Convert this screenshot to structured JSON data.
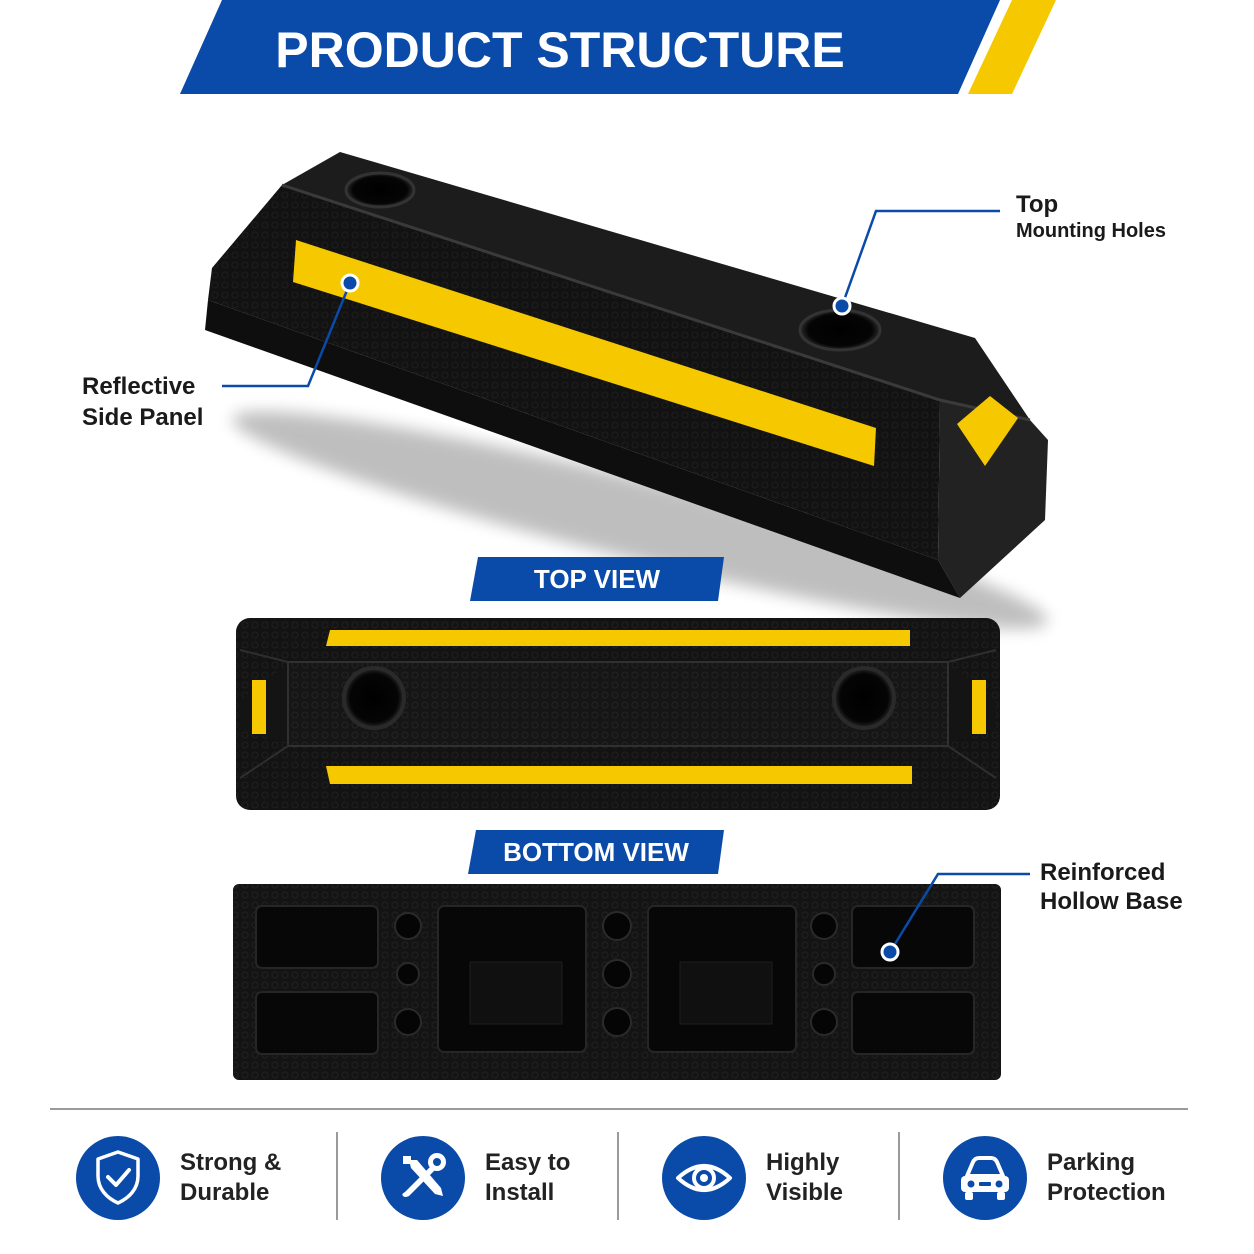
{
  "title": "PRODUCT STRUCTURE",
  "colors": {
    "brand_blue": "#0a4aa8",
    "accent_yellow": "#f5c800",
    "rubber_black": "#151515"
  },
  "callouts": {
    "top_holes": {
      "line1": "Top",
      "line2": "Mounting Holes"
    },
    "reflective": {
      "line1": "Reflective",
      "line2": "Side Panel"
    },
    "hollow_base": {
      "line1": "Reinforced",
      "line2": "Hollow Base"
    }
  },
  "views": {
    "top": "TOP VIEW",
    "bottom": "BOTTOM VIEW"
  },
  "features": [
    {
      "icon": "shield-check-icon",
      "line1": "Strong &",
      "line2": "Durable"
    },
    {
      "icon": "tools-icon",
      "line1": "Easy to",
      "line2": "Install"
    },
    {
      "icon": "eye-icon",
      "line1": "Highly",
      "line2": "Visible"
    },
    {
      "icon": "car-icon",
      "line1": "Parking",
      "line2": "Protection"
    }
  ]
}
